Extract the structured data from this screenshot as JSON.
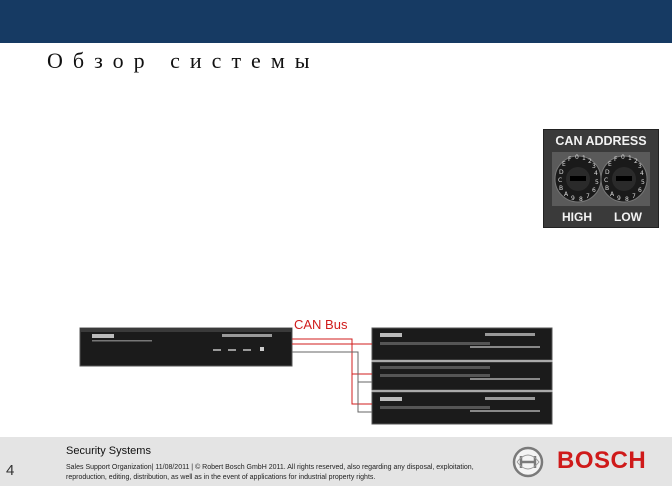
{
  "slide": {
    "title": "Обзор системы",
    "page_number": "4"
  },
  "can_switch": {
    "header": "CAN ADDRESS",
    "high_label": "HIGH",
    "low_label": "LOW"
  },
  "diagram": {
    "bus_label": "CAN Bus",
    "bus_color": "#d01c1c"
  },
  "footer": {
    "section": "Security Systems",
    "legal": "Sales Support Organization| 11/08/2011 | © Robert Bosch GmbH 2011. All rights reserved, also regarding any disposal, exploitation, reproduction, editing, distribution, as well as in the event of applications for industrial property rights.",
    "brand": "BOSCH",
    "brand_color": "#cf1a1a"
  },
  "colors": {
    "header_bar": "#163a63",
    "footer_bg": "#e4e4e4"
  }
}
